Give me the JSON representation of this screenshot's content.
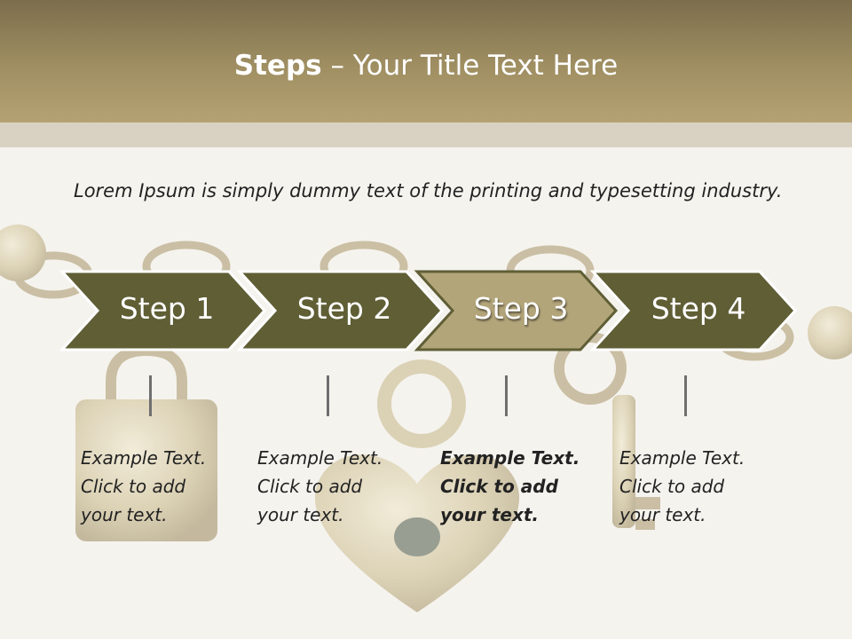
{
  "slide": {
    "title_bold": "Steps",
    "title_rest": " – Your Title Text Here",
    "intro": "Lorem Ipsum is simply dummy text of the printing and typesetting industry."
  },
  "colors": {
    "header": "#a08f62",
    "chevron_dark": "#5f5e35",
    "chevron_active": "#b3a57a",
    "band": "#d9d2c2"
  },
  "steps": [
    {
      "label": "Step 1",
      "line1": "Example Text.",
      "line2": "Click  to add",
      "line3": "your text."
    },
    {
      "label": "Step 2",
      "line1": "Example Text.",
      "line2": "Click  to add",
      "line3": "your text."
    },
    {
      "label": "Step 3",
      "line1": "Example Text.",
      "line2": "Click  to add",
      "line3": "your text."
    },
    {
      "label": "Step 4",
      "line1": "Example Text.",
      "line2": "Click  to add",
      "line3": "your text."
    }
  ]
}
